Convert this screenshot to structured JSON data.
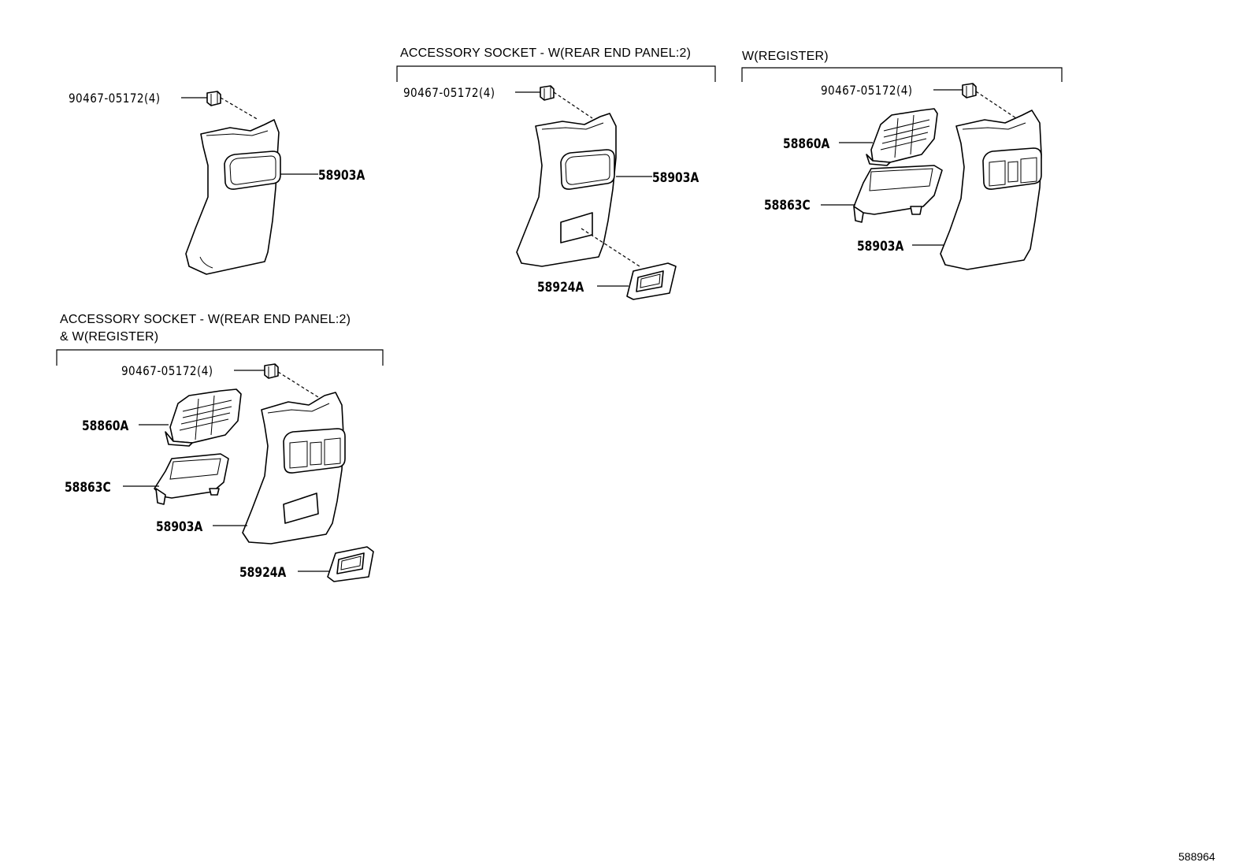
{
  "groups": [
    {
      "id": "base",
      "header_lines": [],
      "callouts": {
        "clip": "90467-05172(4)",
        "panel": "58903A"
      }
    },
    {
      "id": "socket",
      "header_lines": [
        "ACCESSORY SOCKET - W(REAR END PANEL:2)"
      ],
      "callouts": {
        "clip": "90467-05172(4)",
        "panel": "58903A",
        "socket": "58924A"
      }
    },
    {
      "id": "register",
      "header_lines": [
        "W(REGISTER)"
      ],
      "callouts": {
        "clip": "90467-05172(4)",
        "register": "58860A",
        "holder": "58863C",
        "panel": "58903A"
      }
    },
    {
      "id": "socket-register",
      "header_lines": [
        "ACCESSORY SOCKET - W(REAR END PANEL:2)",
        "& W(REGISTER)"
      ],
      "callouts": {
        "clip": "90467-05172(4)",
        "register": "58860A",
        "holder": "58863C",
        "panel": "58903A",
        "socket": "58924A"
      }
    }
  ],
  "diagram_ref": "588964"
}
